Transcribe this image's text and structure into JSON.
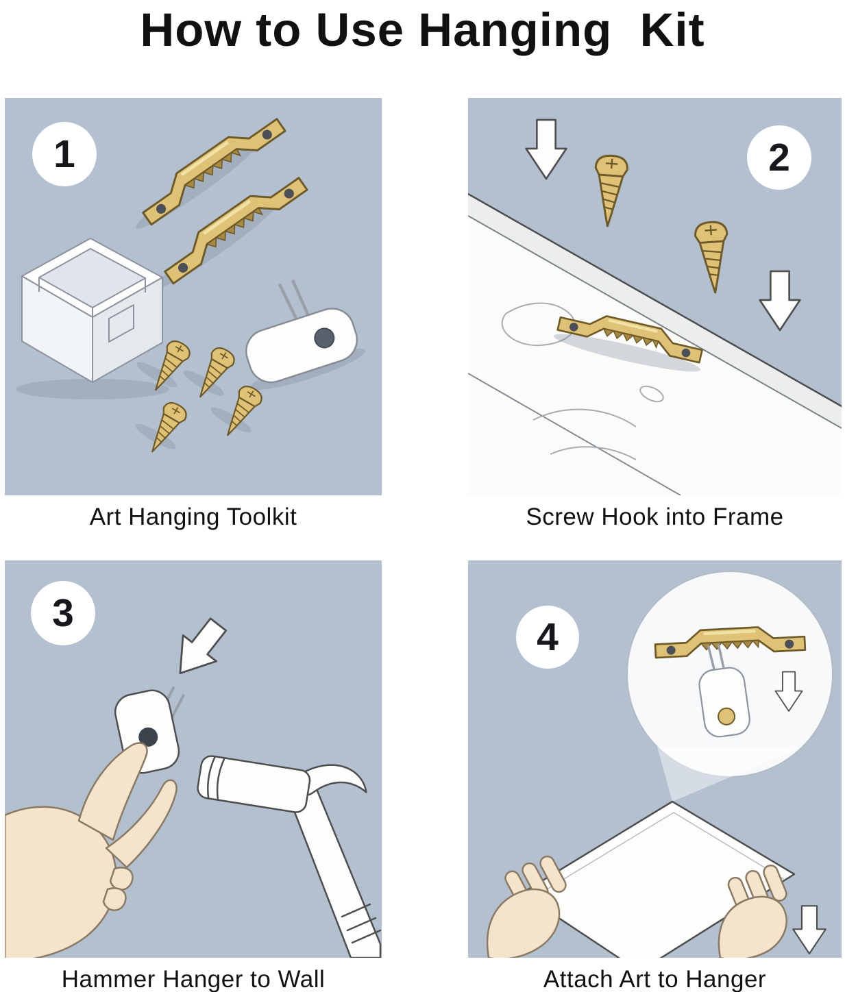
{
  "title": "How to Use Hanging  Kit",
  "colors": {
    "page_bg": "#ffffff",
    "panel_bg": "#b2c0d0",
    "text": "#111111",
    "gold": "#dfc276",
    "gold_dark": "#a88a42",
    "gold_outline": "#6e5a28",
    "line": "#4e4e4e",
    "white": "#fdfdfc",
    "skin": "#f5e3cb",
    "shadow": "#7e8c9d"
  },
  "panels": [
    {
      "number": "1",
      "caption": "Art Hanging Toolkit"
    },
    {
      "number": "2",
      "caption": "Screw Hook into Frame"
    },
    {
      "number": "3",
      "caption": "Hammer Hanger to Wall"
    },
    {
      "number": "4",
      "caption": "Attach Art to Hanger"
    }
  ]
}
